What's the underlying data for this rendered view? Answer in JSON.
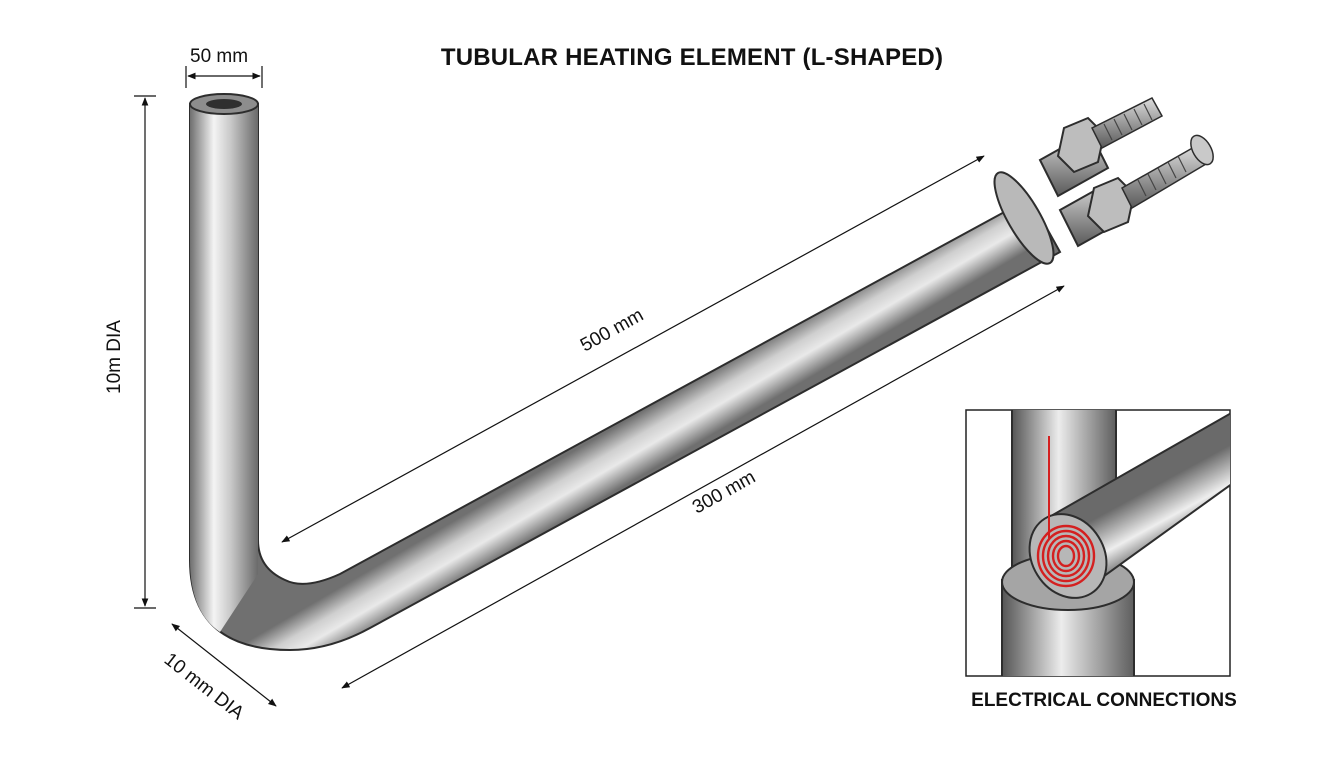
{
  "diagram": {
    "title": "TUBULAR HEATING ELEMENT (L-SHAPED)",
    "dimensions": {
      "top_width": "50 mm",
      "vertical_length": "10m DIA",
      "long_leg": "500 mm",
      "lower_leg": "300 mm",
      "tube_diameter": "10 mm DIA"
    },
    "inset": {
      "caption": "ELECTRICAL CONNECTIONS"
    },
    "colors": {
      "background": "#ffffff",
      "tube_dark": "#6f6f6f",
      "tube_light": "#f2f2f2",
      "coil": "#d42020",
      "text": "#111111"
    }
  }
}
